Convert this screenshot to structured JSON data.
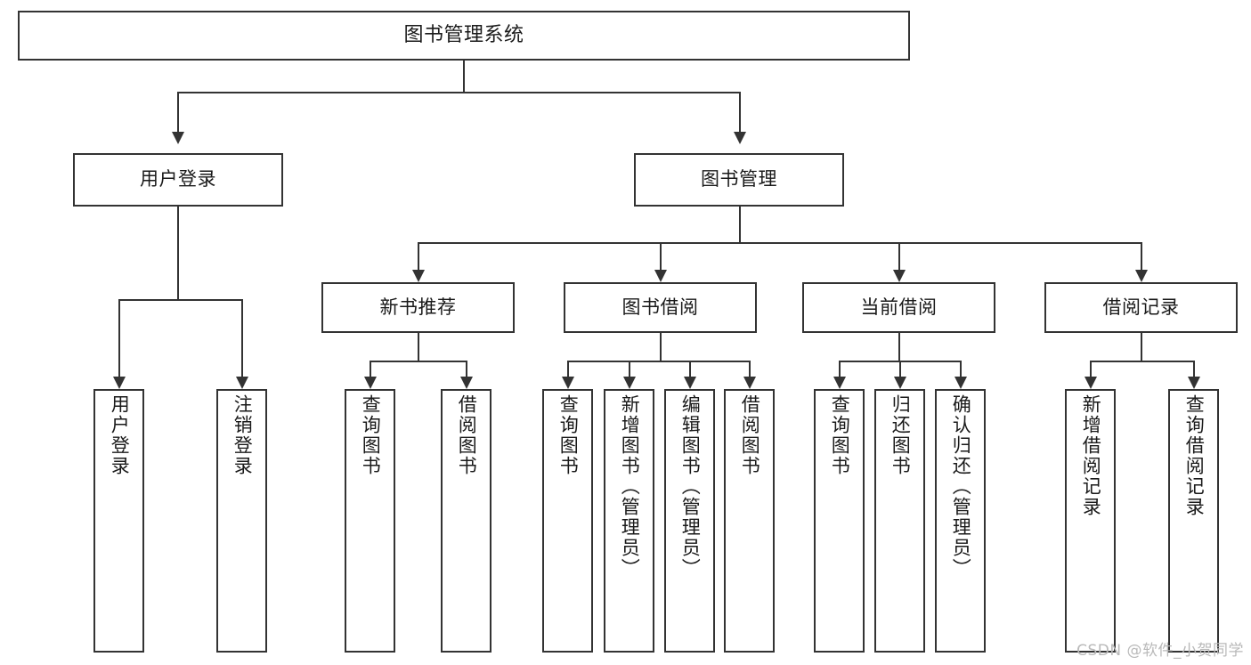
{
  "diagram": {
    "title_node": {
      "label": "图书管理系统"
    },
    "level1": [
      {
        "id": "user-login",
        "label": "用户登录"
      },
      {
        "id": "book-management",
        "label": "图书管理"
      }
    ],
    "level2": [
      {
        "id": "new-book-recommend",
        "label": "新书推荐"
      },
      {
        "id": "book-borrow",
        "label": "图书借阅"
      },
      {
        "id": "current-borrow",
        "label": "当前借阅"
      },
      {
        "id": "borrow-record",
        "label": "借阅记录"
      }
    ],
    "leaves": {
      "user_login": [
        {
          "id": "user-login-leaf",
          "label": "用户登录"
        },
        {
          "id": "logout-leaf",
          "label": "注销登录"
        }
      ],
      "new_book_recommend": [
        {
          "id": "query-book-1",
          "label": "查询图书"
        },
        {
          "id": "borrow-book-1",
          "label": "借阅图书"
        }
      ],
      "book_borrow": [
        {
          "id": "query-book-2",
          "label": "查询图书"
        },
        {
          "id": "add-book-admin",
          "label": "新增图书（管理员）"
        },
        {
          "id": "edit-book-admin",
          "label": "编辑图书（管理员）"
        },
        {
          "id": "borrow-book-2",
          "label": "借阅图书"
        }
      ],
      "current_borrow": [
        {
          "id": "query-book-3",
          "label": "查询图书"
        },
        {
          "id": "return-book",
          "label": "归还图书"
        },
        {
          "id": "confirm-return-admin",
          "label": "确认归还（管理员）"
        }
      ],
      "borrow_record": [
        {
          "id": "add-borrow-record",
          "label": "新增借阅记录"
        },
        {
          "id": "query-borrow-record",
          "label": "查询借阅记录"
        }
      ]
    }
  },
  "watermark": {
    "text": "CSDN @软件_小贺同学"
  },
  "colors": {
    "stroke": "#333333",
    "background": "#ffffff",
    "text": "#1a1a1a",
    "watermark": "#b9b9b9"
  }
}
